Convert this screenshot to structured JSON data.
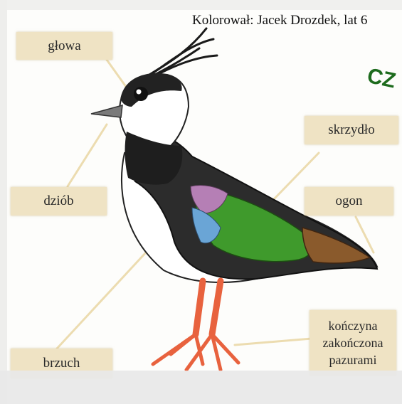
{
  "credit": "Kolorował: Jacek Drozdek, lat 6",
  "cut_heading": "CZ",
  "labels": {
    "glowa": "głowa",
    "skrzydlo": "skrzydło",
    "dziob": "dziób",
    "ogon": "ogon",
    "brzuch": "brzuch",
    "konczyna": [
      "kończyna",
      "zakończona",
      "pazurami"
    ]
  },
  "colors": {
    "label_bg": "#efe3c4",
    "heading_green": "#1d6b1d",
    "overlay_bar": "#e8e8e8"
  }
}
